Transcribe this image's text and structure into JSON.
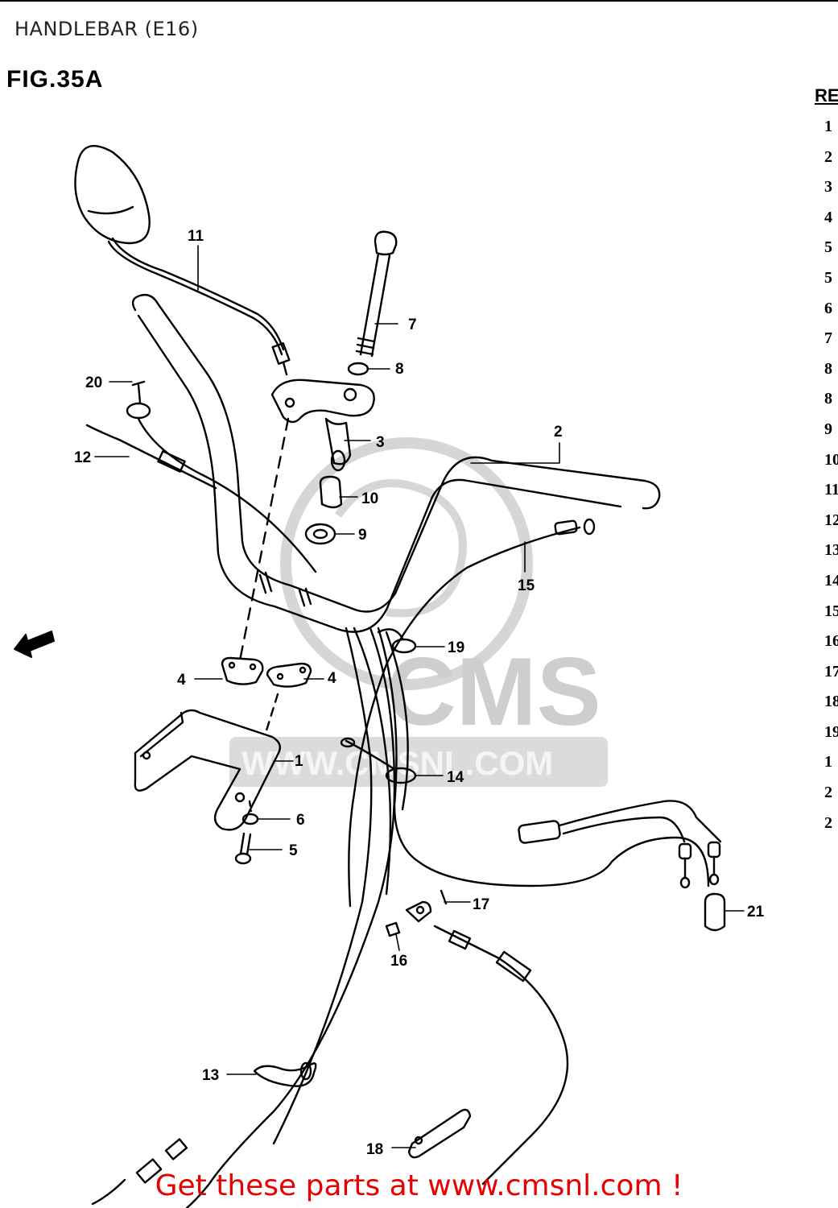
{
  "page": {
    "title": "HANDLEBAR (E16)",
    "figure_label": "FIG.35A",
    "ref_header": "RE",
    "ref_numbers": [
      "1",
      "2",
      "3",
      "4",
      "5",
      "5",
      "6",
      "7",
      "8",
      "8",
      "9",
      "10",
      "11",
      "12",
      "13",
      "14",
      "15",
      "16",
      "17",
      "18",
      "19",
      "1",
      "2",
      "2"
    ],
    "cta": "Get these parts at www.cmsnl.com !"
  },
  "watermark": {
    "text1": "CMS",
    "text2": "WWW.CMSNL.COM",
    "color": "#c9c9c9"
  },
  "parts": [
    {
      "no": "1"
    },
    {
      "no": "2"
    },
    {
      "no": "3"
    },
    {
      "no": "4"
    },
    {
      "no": "4"
    },
    {
      "no": "5"
    },
    {
      "no": "6"
    },
    {
      "no": "7"
    },
    {
      "no": "8"
    },
    {
      "no": "9"
    },
    {
      "no": "10"
    },
    {
      "no": "11"
    },
    {
      "no": "12"
    },
    {
      "no": "13"
    },
    {
      "no": "14"
    },
    {
      "no": "15"
    },
    {
      "no": "16"
    },
    {
      "no": "17"
    },
    {
      "no": "18"
    },
    {
      "no": "19"
    },
    {
      "no": "20"
    },
    {
      "no": "21"
    }
  ],
  "colors": {
    "line": "#000000",
    "cta": "#e60000"
  }
}
